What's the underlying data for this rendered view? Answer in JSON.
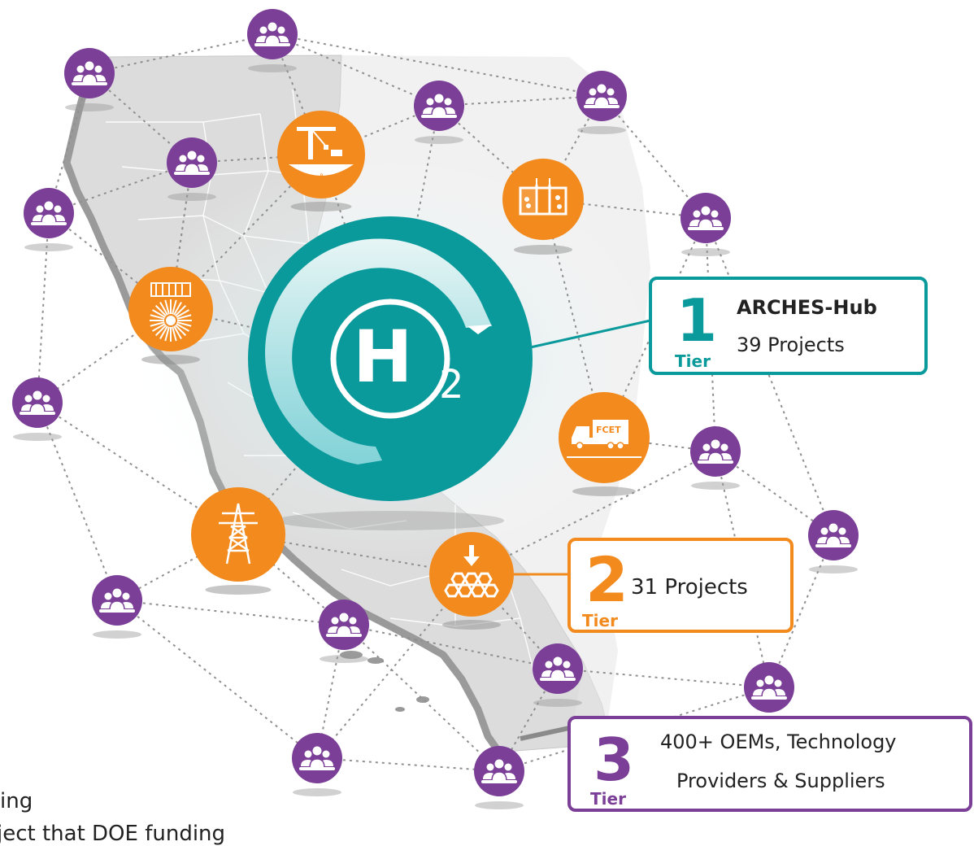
{
  "hub_symbol": {
    "letter": "H",
    "subscript": "2"
  },
  "truck_label": "FCET",
  "tier1": {
    "number": "1",
    "word": "Tier",
    "title": "ARCHES-Hub",
    "text": "39 Projects"
  },
  "tier2": {
    "number": "2",
    "word": "Tier",
    "text": "31 Projects"
  },
  "tier3": {
    "number": "3",
    "word": "Tier",
    "line1": "400+ OEMs, Technology",
    "line2": "Providers & Suppliers"
  },
  "cut_text": {
    "line1": "ing",
    "line2": "ject that DOE funding"
  },
  "colors": {
    "teal": "#0a9a9b",
    "orange": "#f28a1e",
    "purple": "#7b3f98",
    "map": "#dcdcdc",
    "coast": "#9a9a9a"
  },
  "icons": {
    "stakeholder": "people-group-icon",
    "port": "crane-port-icon",
    "electrolyzer": "electrolyzer-icon",
    "solar_wind": "solar-turbine-icon",
    "truck": "fuel-cell-truck-icon",
    "grid": "transmission-tower-icon",
    "storage": "hydrogen-storage-icon"
  }
}
